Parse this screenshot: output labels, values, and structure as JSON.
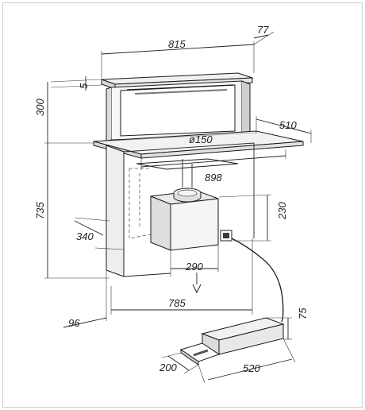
{
  "diagram": {
    "dimensions": {
      "width_top": "815",
      "depth_top": "77",
      "glass_thickness": "5",
      "rise_height": "300",
      "hob_depth": "510",
      "duct_diameter": "ø150",
      "cutout_width": "898",
      "body_height": "735",
      "motor_height": "230",
      "side_offset": "340",
      "motor_width": "290",
      "body_width": "785",
      "bottom_offset": "96",
      "remote_height": "75",
      "remote_depth": "200",
      "remote_width": "520"
    },
    "colors": {
      "line": "#222222",
      "shade": "#e8e8e8",
      "dark": "#3a3a3a"
    }
  }
}
